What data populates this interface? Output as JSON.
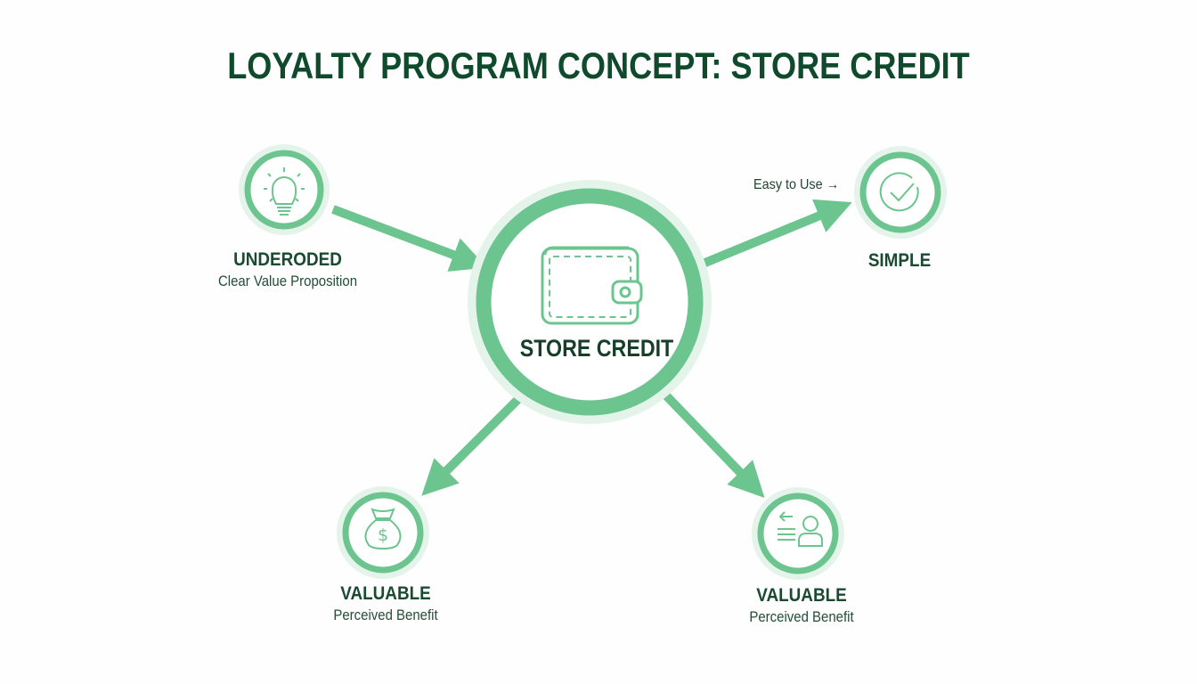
{
  "title": "LOYALTY PROGRAM CONCEPT: STORE CREDIT",
  "colors": {
    "title": "#0f4a2c",
    "ring": "#6cc48e",
    "halo": "#d9f0e1",
    "icon_stroke": "#6cc48e",
    "text_dark": "#1b4a32"
  },
  "center": {
    "label": "STORE CREDIT",
    "icon": "wallet-icon"
  },
  "nodes": [
    {
      "id": "top-left",
      "icon": "lightbulb-icon",
      "heading": "UNDERODED",
      "subtitle": "Clear Value Proposition",
      "arrow": "into-center"
    },
    {
      "id": "top-right",
      "icon": "check-circle-icon",
      "heading": "SIMPLE",
      "subtitle": "",
      "annotation": "Easy to Use →",
      "arrow": "out-of-center"
    },
    {
      "id": "bottom-left",
      "icon": "money-bag-icon",
      "heading": "VALUABLE",
      "subtitle": "Perceived Benefit",
      "arrow": "out-of-center"
    },
    {
      "id": "bottom-right",
      "icon": "user-transfer-icon",
      "heading": "VALUABLE",
      "subtitle": "Perceived Benefit",
      "arrow": "out-of-center"
    }
  ]
}
